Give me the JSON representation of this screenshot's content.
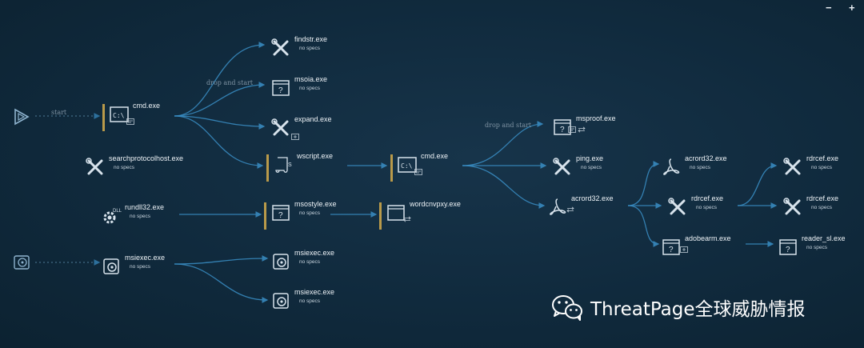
{
  "toolbar": {
    "zoom_out_label": "−",
    "zoom_in_label": "+"
  },
  "edge_labels": [
    "start",
    "drop and start",
    "drop and start"
  ],
  "nodes": {
    "cmd1": {
      "name": "cmd.exe",
      "icon": "console-icon"
    },
    "searchprotocol": {
      "name": "searchprotocolhost.exe",
      "spec": "no specs",
      "icon": "tools-icon"
    },
    "rundll32": {
      "name": "rundll32.exe",
      "spec": "no specs",
      "icon": "dll-gear-icon"
    },
    "msiexec1": {
      "name": "msiexec.exe",
      "spec": "no specs",
      "icon": "installer-disc-icon"
    },
    "findstr": {
      "name": "findstr.exe",
      "spec": "no specs",
      "icon": "tools-icon"
    },
    "msoia": {
      "name": "msoia.exe",
      "spec": "no specs",
      "icon": "unknown-window-icon"
    },
    "expand": {
      "name": "expand.exe",
      "icon": "tools-icon"
    },
    "wscript": {
      "name": "wscript.exe",
      "icon": "script-icon"
    },
    "msostyle": {
      "name": "msostyle.exe",
      "spec": "no specs",
      "icon": "unknown-window-icon"
    },
    "msiexec2": {
      "name": "msiexec.exe",
      "spec": "no specs",
      "icon": "installer-disc-icon"
    },
    "msiexec3": {
      "name": "msiexec.exe",
      "spec": "no specs",
      "icon": "installer-disc-icon"
    },
    "cmd2": {
      "name": "cmd.exe",
      "icon": "console-icon"
    },
    "wordcnvpxy": {
      "name": "wordcnvpxy.exe",
      "icon": "window-icon"
    },
    "msproof": {
      "name": "msproof.exe",
      "icon": "window-icon"
    },
    "ping": {
      "name": "ping.exe",
      "spec": "no specs",
      "icon": "tools-icon"
    },
    "acrord32a": {
      "name": "acrord32.exe",
      "icon": "acrobat-icon"
    },
    "acrord32b": {
      "name": "acrord32.exe",
      "spec": "no specs",
      "icon": "acrobat-icon"
    },
    "rdrcef1": {
      "name": "rdrcef.exe",
      "spec": "no specs",
      "icon": "tools-icon"
    },
    "adobearm": {
      "name": "adobearm.exe",
      "icon": "unknown-window-icon"
    },
    "rdrcef2": {
      "name": "rdrcef.exe",
      "spec": "no specs",
      "icon": "tools-icon"
    },
    "rdrcef3": {
      "name": "rdrcef.exe",
      "spec": "no specs",
      "icon": "tools-icon"
    },
    "readersl": {
      "name": "reader_sl.exe",
      "spec": "no specs",
      "icon": "unknown-window-icon"
    }
  },
  "roots": {
    "start_root": {
      "icon": "play-start-icon"
    },
    "disc_root": {
      "icon": "disc-drive-icon"
    }
  },
  "colors": {
    "background": "#102a3d",
    "edge": "#3a8fc6",
    "marker_bar": "#b99a4a",
    "text": "#eef3f7"
  },
  "watermark": {
    "text": "ThreatPage全球威胁情报",
    "icon": "wechat-logo-icon"
  }
}
